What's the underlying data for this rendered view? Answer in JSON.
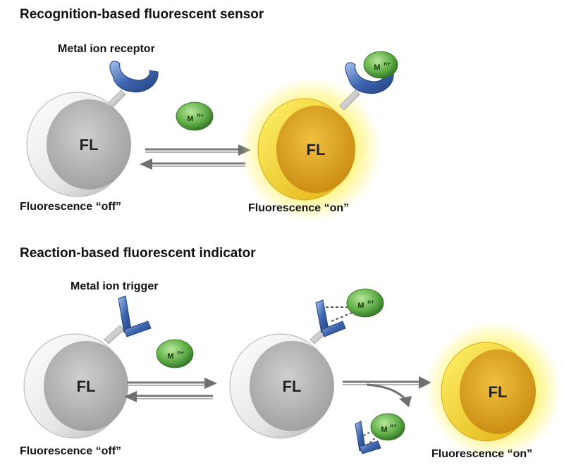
{
  "top": {
    "heading": "Recognition-based fluorescent sensor",
    "receptor_label": "Metal ion receptor",
    "off_label": "Fluorescence “off”",
    "on_label": "Fluorescence “on”"
  },
  "bottom": {
    "heading": "Reaction-based fluorescent indicator",
    "trigger_label": "Metal ion trigger",
    "off_label": "Fluorescence “off”",
    "on_label": "Fluorescence “on”"
  },
  "fluorophore_text": "FL",
  "metal_ion": {
    "symbol": "M",
    "charge": "n+"
  },
  "colors": {
    "off_disk": "#b8b8b8",
    "on_disk": "#e0a81a",
    "glow": "#fff15a",
    "receptor": "#3d66b0",
    "metal_ion": "#5fae48",
    "arrow": "#777777"
  }
}
